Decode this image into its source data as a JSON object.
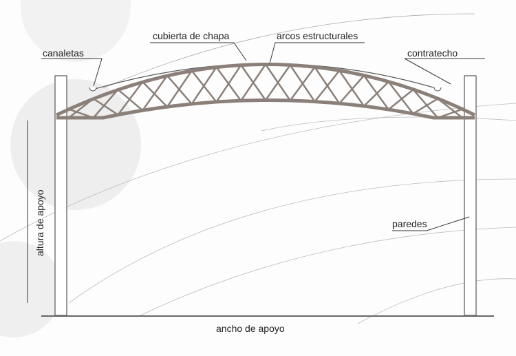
{
  "labels": {
    "cover": "cubierta de chapa",
    "arches": "arcos estructurales",
    "gutters": "canaletas",
    "ceiling": "contratecho",
    "height": "altura de apoyo",
    "walls": "paredes",
    "width": "ancho de apoyo"
  },
  "colors": {
    "structure": "#8a8079",
    "line": "#333333",
    "shade": "#e8e8e8"
  }
}
